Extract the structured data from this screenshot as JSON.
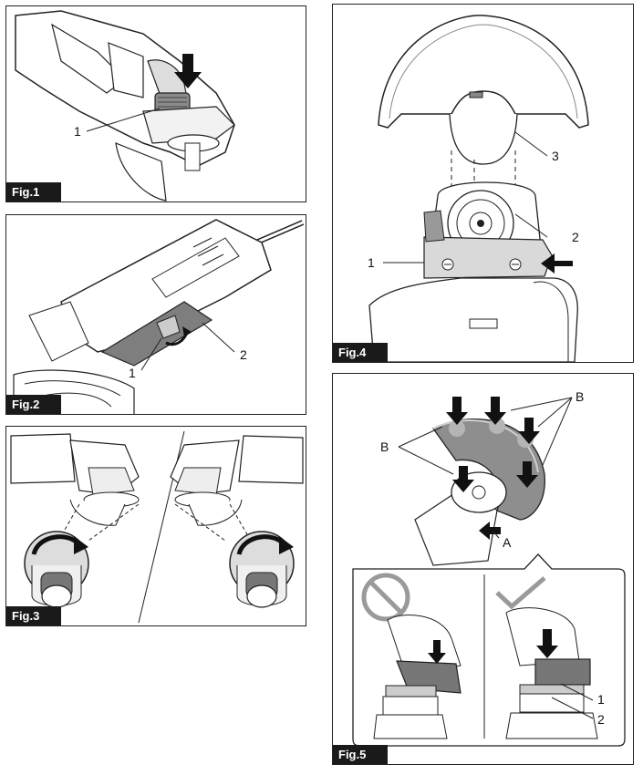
{
  "figures": {
    "fig1": {
      "tag": "Fig.1",
      "callouts": {
        "c1": "1"
      }
    },
    "fig2": {
      "tag": "Fig.2",
      "callouts": {
        "c1": "1",
        "c2": "2"
      }
    },
    "fig3": {
      "tag": "Fig.3"
    },
    "fig4": {
      "tag": "Fig.4",
      "callouts": {
        "c1": "1",
        "c2": "2",
        "c3": "3"
      }
    },
    "fig5": {
      "tag": "Fig.5",
      "callouts": {
        "a": "A",
        "b_left": "B",
        "b_right": "B",
        "c1": "1",
        "c2": "2"
      }
    }
  },
  "icons": {
    "prohibited": "prohibited-icon",
    "ok": "checkmark-icon",
    "arrow": "push-arrow-icon",
    "rotate": "rotate-arrow-icon"
  }
}
